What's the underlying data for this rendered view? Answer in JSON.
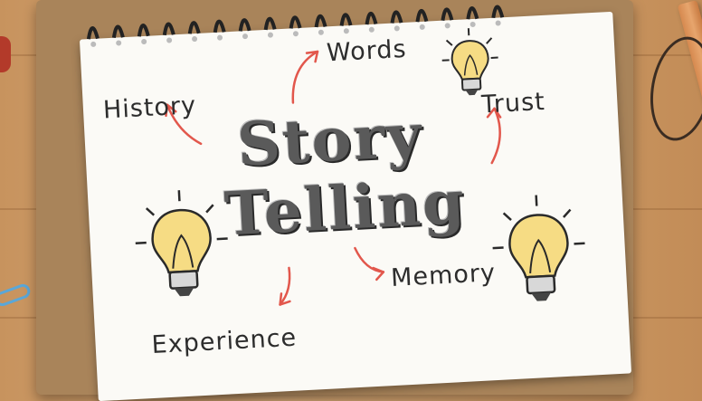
{
  "image": {
    "title_line1": "Story",
    "title_line2": "Telling",
    "keywords": {
      "words": "Words",
      "history": "History",
      "trust": "Trust",
      "memory": "Memory",
      "experience": "Experience"
    },
    "colors": {
      "arrow": "#e2574c",
      "bulb": "#f6dc84",
      "ink": "#2d2d2d",
      "paper": "#fbfaf6",
      "cardboard": "#a9845a",
      "wood": "#d9ab78"
    },
    "icons": [
      "lightbulb-icon",
      "spiral-binding-icon",
      "curved-arrow-icon"
    ]
  }
}
